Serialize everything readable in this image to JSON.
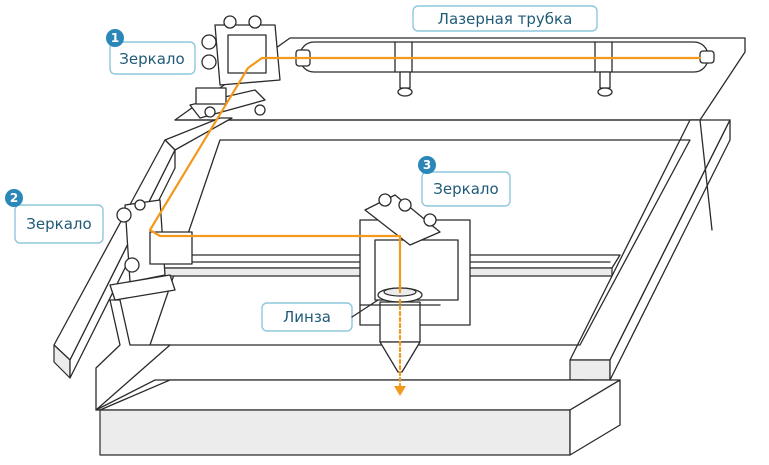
{
  "colors": {
    "beam": "#f39a1e",
    "badge": "#2a87b8",
    "label_text": "#1f5a78",
    "label_border": "#8ec7dc"
  },
  "labels": {
    "laser_tube": "Лазерная трубка",
    "mirror1": {
      "number": "1",
      "text": "Зеркало"
    },
    "mirror2": {
      "number": "2",
      "text": "Зеркало"
    },
    "mirror3": {
      "number": "3",
      "text": "Зеркало"
    },
    "lens": "Линза"
  }
}
